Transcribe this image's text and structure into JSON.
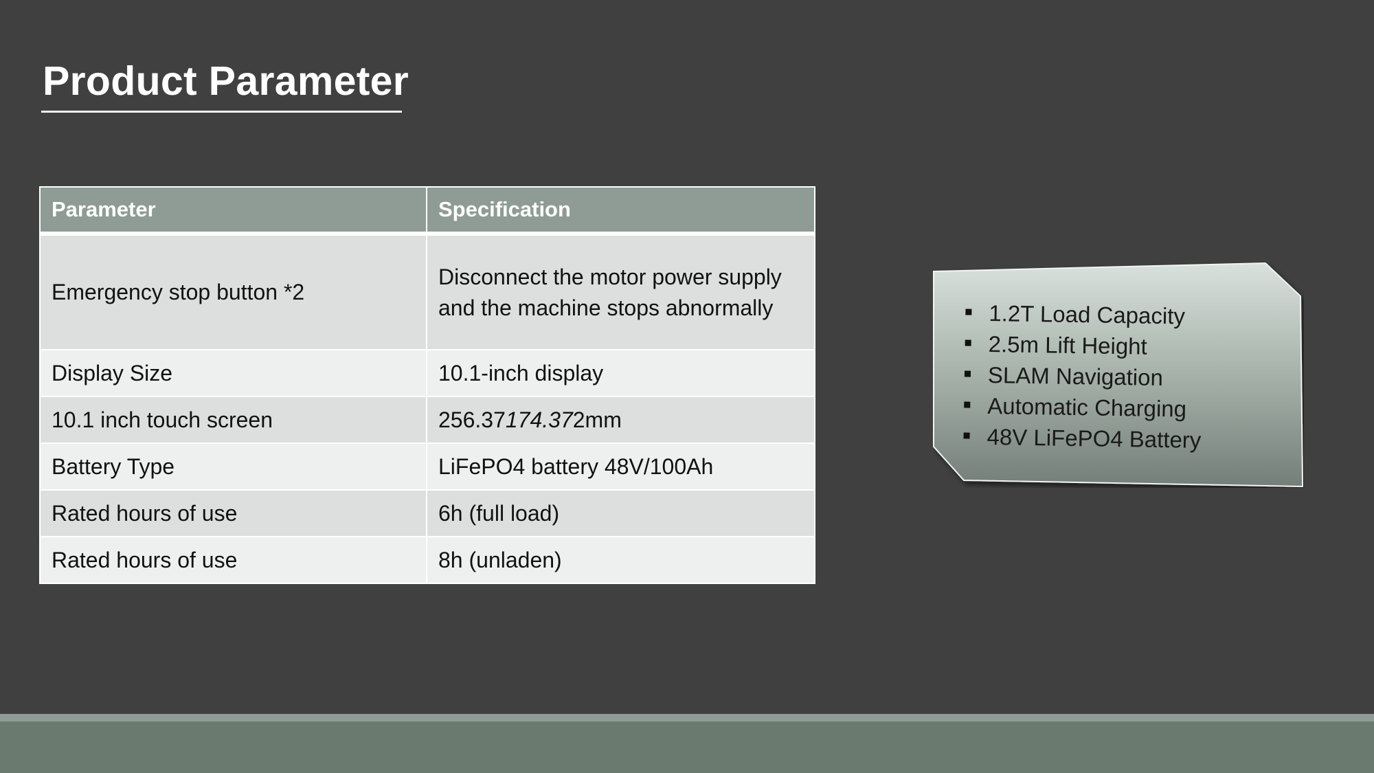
{
  "slide": {
    "title": "Product Parameter"
  },
  "table": {
    "headers": [
      "Parameter",
      "Specification"
    ],
    "rows": [
      {
        "parameter": "Emergency stop button *2",
        "specification": "Disconnect the motor power supply and the machine stops abnormally"
      },
      {
        "parameter": "Display Size",
        "specification": "10.1-inch display"
      },
      {
        "parameter": "10.1 inch touch screen",
        "specification_parts": [
          "256.37",
          "174.37",
          "2mm"
        ]
      },
      {
        "parameter": "Battery Type",
        "specification": "LiFePO4 battery 48V/100Ah"
      },
      {
        "parameter": "Rated hours of use",
        "specification": "6h (full load)"
      },
      {
        "parameter": "Rated hours of use",
        "specification": "8h (unladen)"
      }
    ]
  },
  "features": {
    "items": [
      "1.2T Load Capacity",
      "2.5m Lift Height",
      "SLAM Navigation",
      "Automatic Charging",
      "48V LiFePO4 Battery"
    ]
  },
  "colors": {
    "background": "#404040",
    "table_header": "#8f9c95",
    "row_dark": "#dddfde",
    "row_light": "#eef0ef",
    "footer_band": "#6b7a6f",
    "footer_line": "#8f9c95"
  }
}
